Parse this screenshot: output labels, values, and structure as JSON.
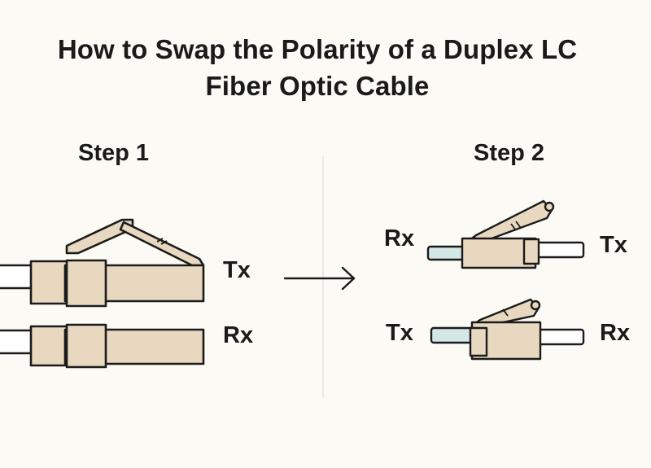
{
  "title": {
    "line1": "How to Swap the Polarity of a Duplex LC",
    "line2": "Fiber Optic Cable"
  },
  "steps": [
    {
      "label": "Step 1",
      "connectors": [
        {
          "label": "Tx"
        },
        {
          "label": "Rx"
        }
      ]
    },
    {
      "label": "Step 2",
      "connectors": [
        {
          "left_label": "Rx",
          "right_label": "Tx"
        },
        {
          "left_label": "Tx",
          "right_label": "Rx"
        }
      ]
    }
  ],
  "colors": {
    "connector_body": "#e7d8bf",
    "outline": "#1b1b1b",
    "fiber_tip": "#d3e8e4",
    "cable": "#ffffff",
    "divider": "#d4d4d4",
    "background": "#fbfaf5"
  }
}
